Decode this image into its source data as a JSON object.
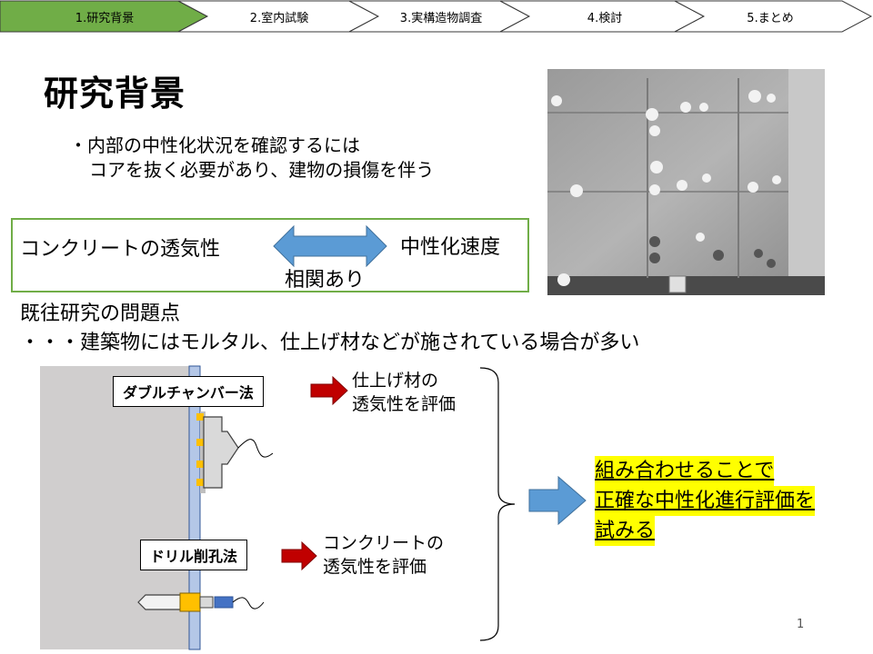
{
  "nav": {
    "steps": [
      {
        "label": "1.研究背景",
        "active": true
      },
      {
        "label": "2.室内試験",
        "active": false
      },
      {
        "label": "3.実構造物調査",
        "active": false
      },
      {
        "label": "4.検討",
        "active": false
      },
      {
        "label": "5.まとめ",
        "active": false
      }
    ],
    "active_color": "#70ad47"
  },
  "slide": {
    "title": "研究背景",
    "bullet_line1": "・内部の中性化状況を確認するには",
    "bullet_line2": "コアを抜く必要があり、建物の損傷を伴う",
    "relation": {
      "left": "コンクリートの透気性",
      "right": "中性化速度",
      "arrow_label": "相関あり"
    },
    "problem_title": "既往研究の問題点",
    "problem_text": "・・・建築物にはモルタル、仕上げ材などが施されている場合が多い",
    "methods": [
      {
        "label": "ダブルチャンバー法",
        "desc_line1": "仕上げ材の",
        "desc_line2": "透気性を評価"
      },
      {
        "label": "ドリル削孔法",
        "desc_line1": "コンクリートの",
        "desc_line2": "透気性を評価"
      }
    ],
    "conclusion_lines": [
      "組み合わせることで",
      "正確な中性化進行評価を",
      "試みる"
    ],
    "page_number": "1"
  },
  "colors": {
    "accent_green": "#70ad47",
    "arrow_blue": "#5b9bd5",
    "arrow_red": "#c00000",
    "highlight": "#ffff00"
  },
  "photo": {
    "icon": "concrete-wall-photo"
  }
}
